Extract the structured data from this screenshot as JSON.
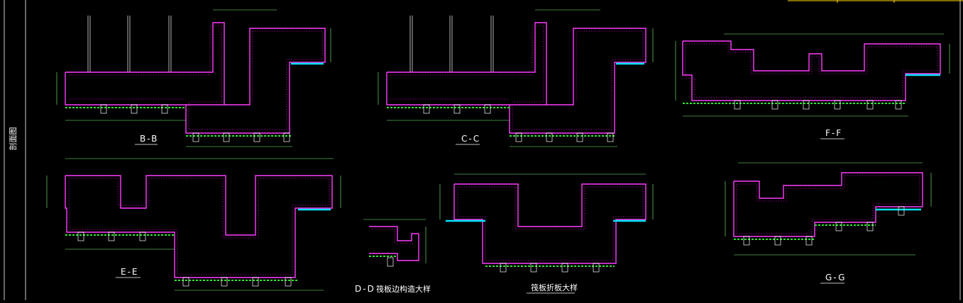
{
  "sheet": {
    "side_label": "剖面图",
    "titleblock_colors": {
      "frame": "#ffffff",
      "title": "#ffd800"
    }
  },
  "sections": [
    {
      "id": "bb",
      "label": "B-B"
    },
    {
      "id": "cc",
      "label": "C-C"
    },
    {
      "id": "ff",
      "label": "F-F"
    },
    {
      "id": "ee",
      "label": "E-E"
    },
    {
      "id": "dd",
      "label": "D-D",
      "caption": "筏板边构造大样"
    },
    {
      "id": "fold",
      "label": "",
      "caption": "筏板折板大样"
    },
    {
      "id": "gg",
      "label": "G-G"
    }
  ],
  "colors": {
    "section_outline": "#ff3cff",
    "rebar": "#ff00ff",
    "dimension": "#7fff7f",
    "ground": "#2ee62e",
    "waterproof": "#00e5ff"
  }
}
